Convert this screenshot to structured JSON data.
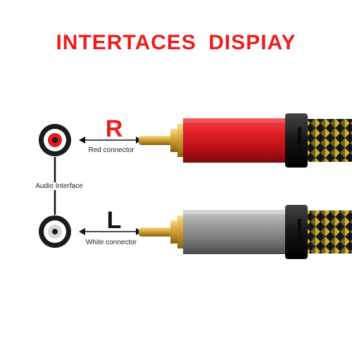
{
  "title": "INTERTACES  DISPIAY",
  "colors": {
    "title": "#ef1c1c",
    "red_label": "#ef1c1c",
    "white_label": "#111111",
    "red_body": "#d4141b",
    "silver_body": "#8a8a8a",
    "gold": "#d9a637",
    "braid_black": "#1a1a1a",
    "braid_yellow": "#e0c23a"
  },
  "icons": [
    "red-jack-icon",
    "white-jack-icon",
    "double-arrow-icon",
    "rca-plug-icon",
    "braided-cable-icon"
  ],
  "connectors": [
    {
      "port": "R",
      "label": "Red connector"
    },
    {
      "port": "L",
      "label": "White connector"
    }
  ],
  "interface_label": "Audio Interface"
}
